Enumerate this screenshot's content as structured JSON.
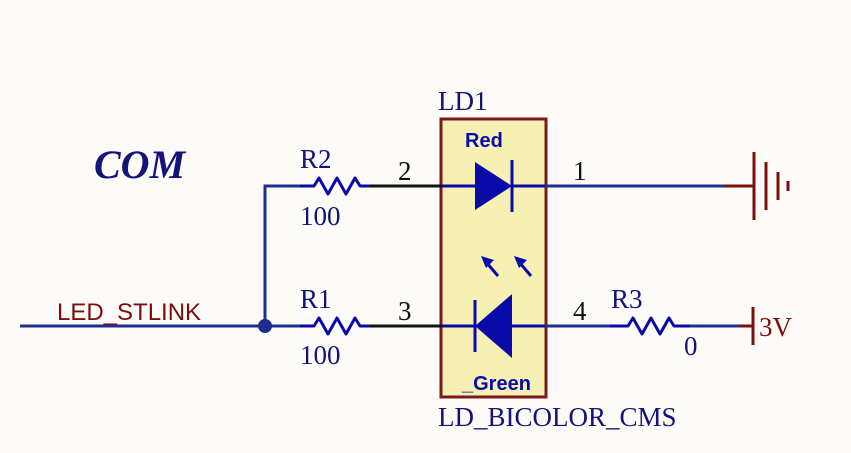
{
  "colors": {
    "background": "#fdfbf7",
    "wire": "#1f2d8c",
    "pin": "#111111",
    "component": "#0a0aa8",
    "label": "#13137a",
    "net_label": "#7a0f0f",
    "ground": "#7a0f0f",
    "box_fill": "#f6f0b4",
    "box_stroke": "#7a1a1a"
  },
  "title": "COM",
  "net_label": "LED_STLINK",
  "components": {
    "ld1": {
      "designator": "LD1",
      "part": "LD_BICOLOR_CMS",
      "led_top_name": "Red",
      "led_bottom_name": "_Green"
    },
    "r2": {
      "designator": "R2",
      "value": "100"
    },
    "r1": {
      "designator": "R1",
      "value": "100"
    },
    "r3": {
      "designator": "R3",
      "value": "0"
    }
  },
  "pins": {
    "p1": "1",
    "p2": "2",
    "p3": "3",
    "p4": "4"
  },
  "power": {
    "supply": "3V",
    "ground_icon": "ground-symbol-icon"
  }
}
